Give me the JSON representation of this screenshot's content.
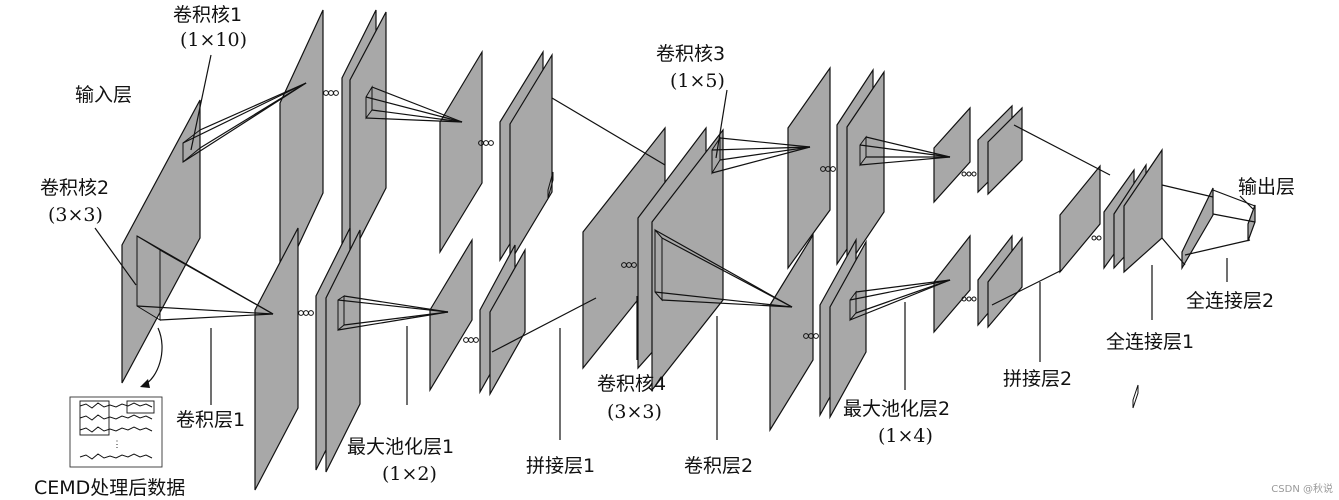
{
  "labels": {
    "input_layer": "输入层",
    "kernel1": "卷积核1",
    "kernel1_size": "(1×10)",
    "kernel2": "卷积核2",
    "kernel2_size": "(3×3)",
    "kernel3": "卷积核3",
    "kernel3_size": "(1×5)",
    "kernel4": "卷积核4",
    "kernel4_size": "(3×3)",
    "conv_layer1": "卷积层1",
    "maxpool1": "最大池化层1",
    "maxpool1_size": "(1×2)",
    "concat1": "拼接层1",
    "conv_layer2": "卷积层2",
    "maxpool2": "最大池化层2",
    "maxpool2_size": "(1×4)",
    "concat2": "拼接层2",
    "fc1": "全连接层1",
    "fc2": "全连接层2",
    "output_layer": "输出层",
    "cemd": "CEMD处理后数据",
    "ellipsis": "⋮"
  },
  "watermark": "CSDN @秋说",
  "colors": {
    "plane_fill": "#a8a8a8",
    "line": "#111111"
  }
}
